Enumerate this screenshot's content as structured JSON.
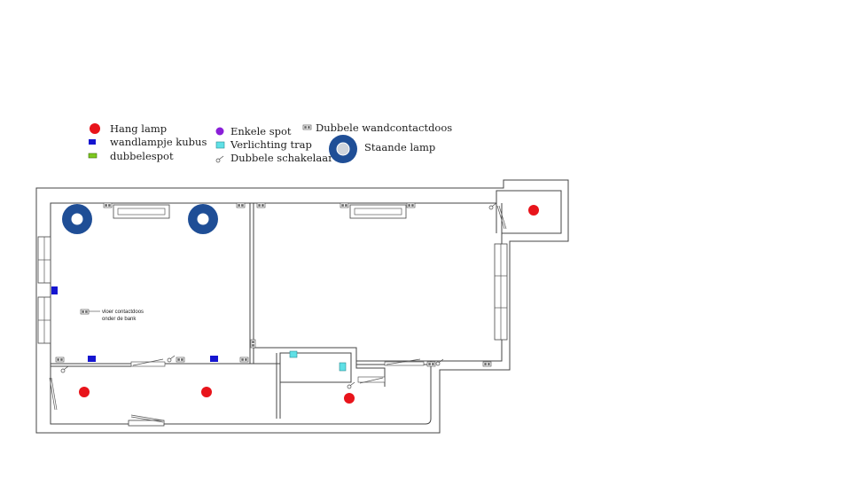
{
  "legend": {
    "hang_lamp": "Hang lamp",
    "wandlampje": "wandlampje kubus",
    "dubbelespot": "dubbelespot",
    "enkele_spot": "Enkele spot",
    "verlichting_trap": "Verlichting trap",
    "dubbele_schakelaar": "Dubbele schakelaar",
    "dubbele_wandcontactdoos": "Dubbele wandcontactdoos",
    "staande_lamp": "Staande lamp"
  },
  "annotations": {
    "vloer_line1": "vloer contactdoos",
    "vloer_line2": "onder de bank"
  },
  "colors": {
    "hang_lamp": "#e8141b",
    "wandlampje": "#1515d0",
    "dubbelespot": "#7dc81e",
    "enkele_spot": "#8a1fd8",
    "verlichting_trap": "#5fe0e6",
    "staande_lamp_ring": "#1f4e96",
    "staande_lamp_core": "#cfd4dc",
    "wall": "#444444"
  }
}
